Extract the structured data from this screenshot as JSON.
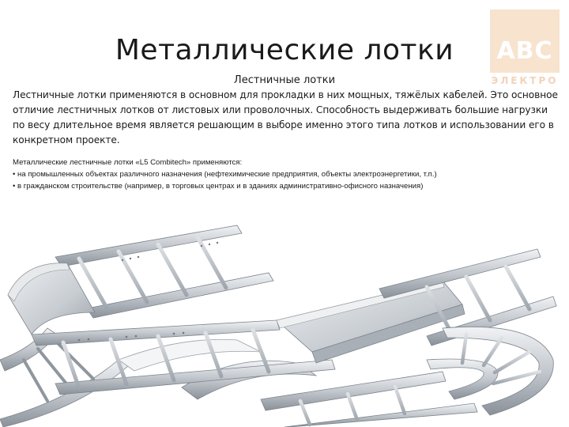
{
  "logo": {
    "text": "ABC",
    "subtext": "ЭЛЕКТРО"
  },
  "title": "Металлические лотки",
  "subtitle": "Лестничные лотки",
  "paragraph": "Лестничные лотки применяются в основном для прокладки в них мощных, тяжёлых кабелей. Это основное отличие лестничных лотков от листовых или проволочных. Способность выдерживать большие нагрузки по весу длительное время является решающим в выборе именно этого типа лотков и использовании его в конкретном проекте.",
  "details": {
    "intro": "Металлические лестничные лотки «L5 Combitech» применяются:",
    "items": [
      "• на промышленных объектах различного назначения (нефтехимические предприятия, объекты электроэнергетики, т.п.)",
      "• в гражданском строительстве (например, в торговых центрах и в зданиях административно-офисного назначения)"
    ]
  },
  "colors": {
    "logo_bg": "#f8e3cf",
    "logo_sub": "#f3d3b8",
    "metal_light": "#e8eaec",
    "metal_mid": "#b9bec4",
    "metal_dark": "#7d848c"
  }
}
